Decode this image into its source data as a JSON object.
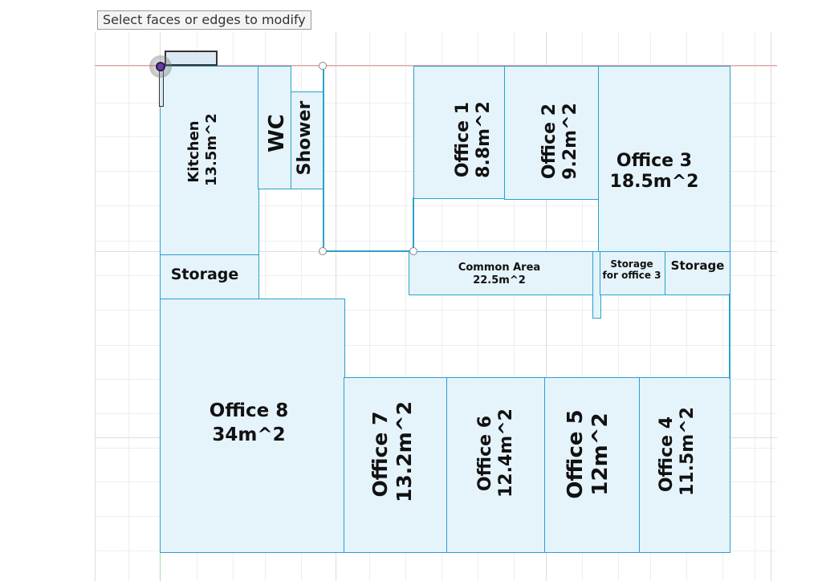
{
  "tooltip": "Select faces or edges to modify",
  "colors": {
    "room_fill": "#e5f3fa",
    "wall": "#2aa0cf",
    "grid_major": "#dcdcdc",
    "grid_minor": "#eeeeee",
    "axis_red": "#e8a0a0",
    "axis_green": "#a8dca8",
    "label": "#111111"
  },
  "rooms": {
    "kitchen": {
      "name": "Kitchen",
      "area": "13.5m^2"
    },
    "wc": {
      "name": "WC"
    },
    "shower": {
      "name": "Shower"
    },
    "storage_left": {
      "name": "Storage"
    },
    "office1": {
      "name": "Office 1",
      "area": "8.8m^2"
    },
    "office2": {
      "name": "Office 2",
      "area": "9.2m^2"
    },
    "office3": {
      "name": "Office 3",
      "area": "18.5m^2"
    },
    "common": {
      "name": "Common Area",
      "area": "22.5m^2"
    },
    "storage_office3": {
      "line1": "Storage",
      "line2": "for office 3"
    },
    "storage_right": {
      "name": "Storage"
    },
    "office8": {
      "name": "Office 8",
      "area": "34m^2"
    },
    "office7": {
      "name": "Office 7",
      "area": "13.2m^2"
    },
    "office6": {
      "name": "Office 6",
      "area": "12.4m^2"
    },
    "office5": {
      "name": "Office 5",
      "area": "12m^2"
    },
    "office4": {
      "name": "Office 4",
      "area": "11.5m^2"
    }
  },
  "icons": {
    "cursor": "push-pull-cursor-icon",
    "handle": "vertex-handle-icon"
  }
}
